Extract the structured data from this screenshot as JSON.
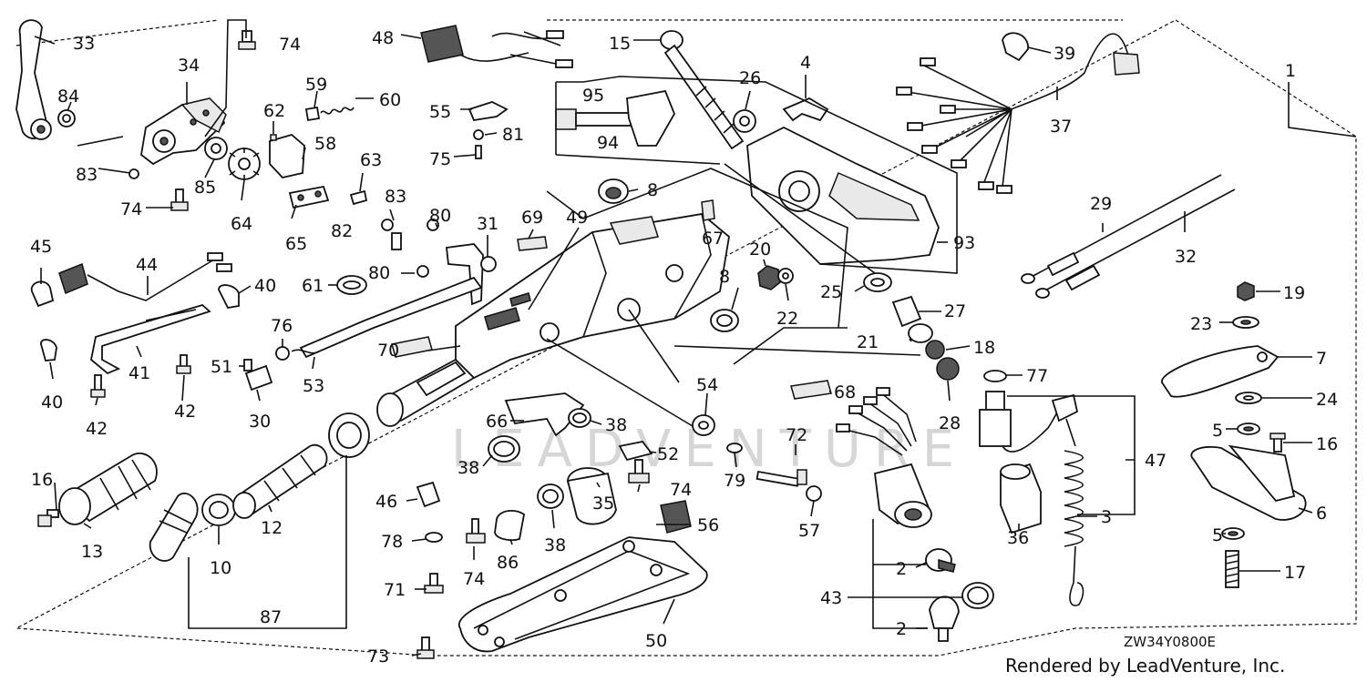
{
  "diagram": {
    "drawing_code": "ZW34Y0800E",
    "credit": "Rendered by LeadVenture, Inc.",
    "watermark": "LEADVENTURE",
    "callouts": [
      {
        "id": "c1",
        "label": "1"
      },
      {
        "id": "c2a",
        "label": "2"
      },
      {
        "id": "c2b",
        "label": "2"
      },
      {
        "id": "c3",
        "label": "3"
      },
      {
        "id": "c4",
        "label": "4"
      },
      {
        "id": "c5a",
        "label": "5"
      },
      {
        "id": "c5b",
        "label": "5"
      },
      {
        "id": "c6",
        "label": "6"
      },
      {
        "id": "c7",
        "label": "7"
      },
      {
        "id": "c8a",
        "label": "8"
      },
      {
        "id": "c8b",
        "label": "8"
      },
      {
        "id": "c10",
        "label": "10"
      },
      {
        "id": "c12",
        "label": "12"
      },
      {
        "id": "c13",
        "label": "13"
      },
      {
        "id": "c15",
        "label": "15"
      },
      {
        "id": "c16a",
        "label": "16"
      },
      {
        "id": "c16b",
        "label": "16"
      },
      {
        "id": "c17",
        "label": "17"
      },
      {
        "id": "c18",
        "label": "18"
      },
      {
        "id": "c19",
        "label": "19"
      },
      {
        "id": "c20",
        "label": "20"
      },
      {
        "id": "c21",
        "label": "21"
      },
      {
        "id": "c22",
        "label": "22"
      },
      {
        "id": "c23",
        "label": "23"
      },
      {
        "id": "c24",
        "label": "24"
      },
      {
        "id": "c25",
        "label": "25"
      },
      {
        "id": "c26",
        "label": "26"
      },
      {
        "id": "c27",
        "label": "27"
      },
      {
        "id": "c28",
        "label": "28"
      },
      {
        "id": "c29",
        "label": "29"
      },
      {
        "id": "c30",
        "label": "30"
      },
      {
        "id": "c31",
        "label": "31"
      },
      {
        "id": "c32",
        "label": "32"
      },
      {
        "id": "c33",
        "label": "33"
      },
      {
        "id": "c34",
        "label": "34"
      },
      {
        "id": "c35",
        "label": "35"
      },
      {
        "id": "c36",
        "label": "36"
      },
      {
        "id": "c37",
        "label": "37"
      },
      {
        "id": "c38a",
        "label": "38"
      },
      {
        "id": "c38b",
        "label": "38"
      },
      {
        "id": "c38c",
        "label": "38"
      },
      {
        "id": "c39",
        "label": "39"
      },
      {
        "id": "c40a",
        "label": "40"
      },
      {
        "id": "c40b",
        "label": "40"
      },
      {
        "id": "c41",
        "label": "41"
      },
      {
        "id": "c42a",
        "label": "42"
      },
      {
        "id": "c42b",
        "label": "42"
      },
      {
        "id": "c43",
        "label": "43"
      },
      {
        "id": "c44",
        "label": "44"
      },
      {
        "id": "c45",
        "label": "45"
      },
      {
        "id": "c46",
        "label": "46"
      },
      {
        "id": "c47",
        "label": "47"
      },
      {
        "id": "c48",
        "label": "48"
      },
      {
        "id": "c49",
        "label": "49"
      },
      {
        "id": "c50",
        "label": "50"
      },
      {
        "id": "c51",
        "label": "51"
      },
      {
        "id": "c52",
        "label": "52"
      },
      {
        "id": "c53",
        "label": "53"
      },
      {
        "id": "c54",
        "label": "54"
      },
      {
        "id": "c55",
        "label": "55"
      },
      {
        "id": "c56",
        "label": "56"
      },
      {
        "id": "c57",
        "label": "57"
      },
      {
        "id": "c58",
        "label": "58"
      },
      {
        "id": "c59",
        "label": "59"
      },
      {
        "id": "c60",
        "label": "60"
      },
      {
        "id": "c61",
        "label": "61"
      },
      {
        "id": "c62",
        "label": "62"
      },
      {
        "id": "c63",
        "label": "63"
      },
      {
        "id": "c64",
        "label": "64"
      },
      {
        "id": "c65",
        "label": "65"
      },
      {
        "id": "c66",
        "label": "66"
      },
      {
        "id": "c67",
        "label": "67"
      },
      {
        "id": "c68",
        "label": "68"
      },
      {
        "id": "c69",
        "label": "69"
      },
      {
        "id": "c70",
        "label": "70"
      },
      {
        "id": "c71",
        "label": "71"
      },
      {
        "id": "c72",
        "label": "72"
      },
      {
        "id": "c73",
        "label": "73"
      },
      {
        "id": "c74a",
        "label": "74"
      },
      {
        "id": "c74b",
        "label": "74"
      },
      {
        "id": "c74c",
        "label": "74"
      },
      {
        "id": "c74d",
        "label": "74"
      },
      {
        "id": "c75",
        "label": "75"
      },
      {
        "id": "c76",
        "label": "76"
      },
      {
        "id": "c77",
        "label": "77"
      },
      {
        "id": "c78",
        "label": "78"
      },
      {
        "id": "c79",
        "label": "79"
      },
      {
        "id": "c80a",
        "label": "80"
      },
      {
        "id": "c80b",
        "label": "80"
      },
      {
        "id": "c81",
        "label": "81"
      },
      {
        "id": "c82",
        "label": "82"
      },
      {
        "id": "c83a",
        "label": "83"
      },
      {
        "id": "c83b",
        "label": "83"
      },
      {
        "id": "c84",
        "label": "84"
      },
      {
        "id": "c85",
        "label": "85"
      },
      {
        "id": "c86",
        "label": "86"
      },
      {
        "id": "c87",
        "label": "87"
      },
      {
        "id": "c93",
        "label": "93"
      },
      {
        "id": "c94",
        "label": "94"
      },
      {
        "id": "c95",
        "label": "95"
      }
    ]
  }
}
